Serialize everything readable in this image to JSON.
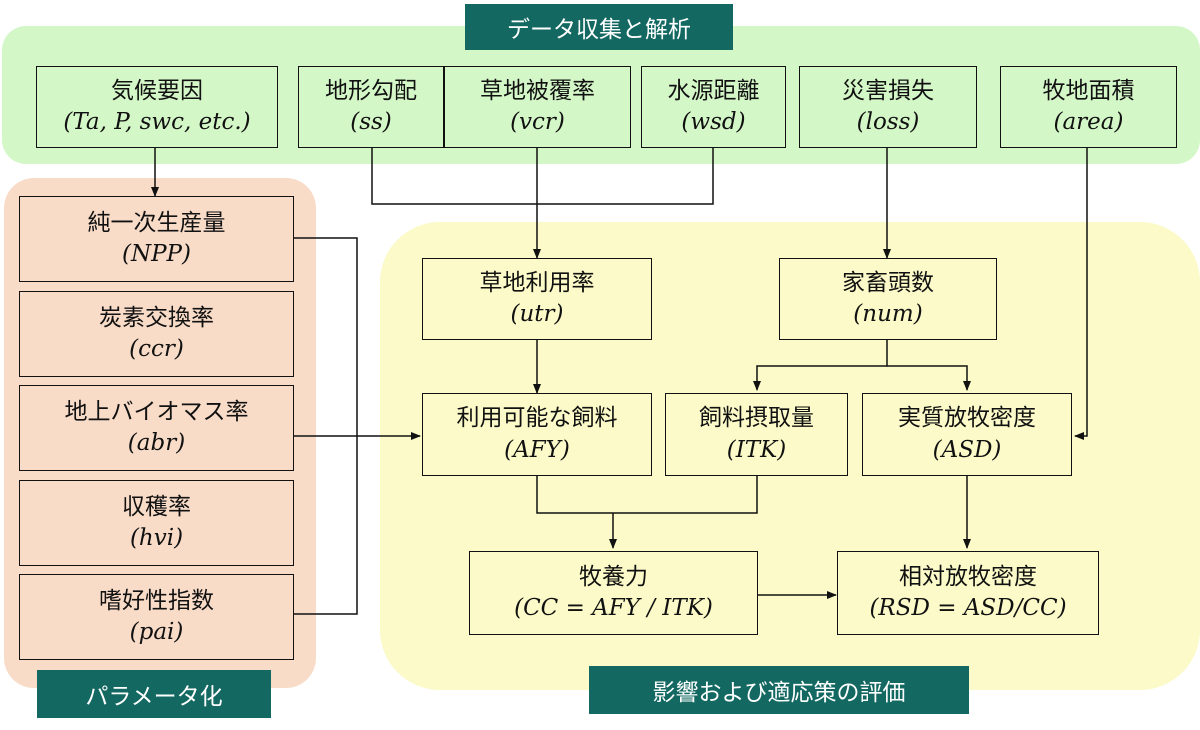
{
  "banners": {
    "data_collection": "データ収集と解析",
    "parameterization": "パラメータ化",
    "impact_evaluation": "影響および適応策の評価"
  },
  "nodes": {
    "climate": {
      "label": "気候要因",
      "symbol": "(Ta, P, swc, etc.)"
    },
    "slope": {
      "label": "地形勾配",
      "symbol": "(ss)"
    },
    "vcr": {
      "label": "草地被覆率",
      "symbol": "(vcr)"
    },
    "wsd": {
      "label": "水源距離",
      "symbol": "(wsd)"
    },
    "loss": {
      "label": "災害損失",
      "symbol": "(loss)"
    },
    "area": {
      "label": "牧地面積",
      "symbol": "(area)"
    },
    "npp": {
      "label": "純一次生産量",
      "symbol": "(NPP)"
    },
    "ccr": {
      "label": "炭素交換率",
      "symbol": "(ccr)"
    },
    "abr": {
      "label": "地上バイオマス率",
      "symbol": "(abr)"
    },
    "hvi": {
      "label": "収穫率",
      "symbol": "(hvi)"
    },
    "pai": {
      "label": "嗜好性指数",
      "symbol": "(pai)"
    },
    "utr": {
      "label": "草地利用率",
      "symbol": "(utr)"
    },
    "num": {
      "label": "家畜頭数",
      "symbol": "(num)"
    },
    "afy": {
      "label": "利用可能な飼料",
      "symbol": "(AFY)"
    },
    "itk": {
      "label": "飼料摂取量",
      "symbol": "(ITK)"
    },
    "asd": {
      "label": "実質放牧密度",
      "symbol": "(ASD)"
    },
    "cc": {
      "label": "牧養力",
      "symbol": "(CC = AFY / ITK)"
    },
    "rsd": {
      "label": "相対放牧密度",
      "symbol": "(RSD = ASD/CC)"
    }
  },
  "colors": {
    "banner": "#136862",
    "green_region": "#d4f7c8",
    "pink_region": "#f8dcc8",
    "yellow_region": "#fbfac8",
    "line": "#111111"
  }
}
